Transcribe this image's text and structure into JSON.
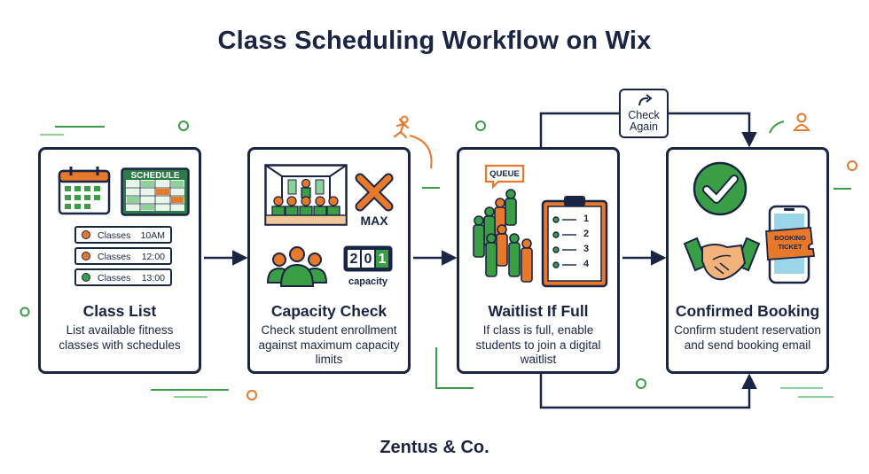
{
  "title": "Class Scheduling Workflow on Wix",
  "footer": "Zentus & Co.",
  "colors": {
    "navy": "#1a2444",
    "green": "#3a9e47",
    "orange": "#e8792b",
    "light_green": "#8fd19a"
  },
  "steps": [
    {
      "title": "Class List",
      "description": "List available fitness classes with schedules",
      "icons": [
        "calendar-icon",
        "schedule-board-icon"
      ],
      "schedule_label": "SCHEDULE",
      "classes": [
        {
          "label": "Classes",
          "time": "10AM",
          "color": "#e8792b"
        },
        {
          "label": "Classes",
          "time": "12:00",
          "color": "#e8792b"
        },
        {
          "label": "Classes",
          "time": "13:00",
          "color": "#3a9e47"
        }
      ]
    },
    {
      "title": "Capacity Check",
      "description": "Check student enrollment against maximum capacity limits",
      "icons": [
        "classroom-icon",
        "x-mark-icon",
        "group-icon",
        "counter-icon"
      ],
      "max_label": "MAX",
      "counter_digits": [
        "2",
        "0",
        "1"
      ],
      "capacity_label": "capacity"
    },
    {
      "title": "Waitlist If Full",
      "description": "If class is full, enable students to join a digital waitlist",
      "icons": [
        "queue-people-icon",
        "clipboard-icon"
      ],
      "queue_label": "QUEUE",
      "waitlist_numbers": [
        "1",
        "2",
        "3",
        "4"
      ]
    },
    {
      "title": "Confirmed Booking",
      "description": "Confirm student reservation and send booking email",
      "icons": [
        "checkmark-icon",
        "handshake-icon",
        "phone-ticket-icon"
      ],
      "ticket_line1": "BOOKING",
      "ticket_line2": "TICKET"
    }
  ],
  "loop": {
    "line1": "Check",
    "line2": "Again"
  }
}
